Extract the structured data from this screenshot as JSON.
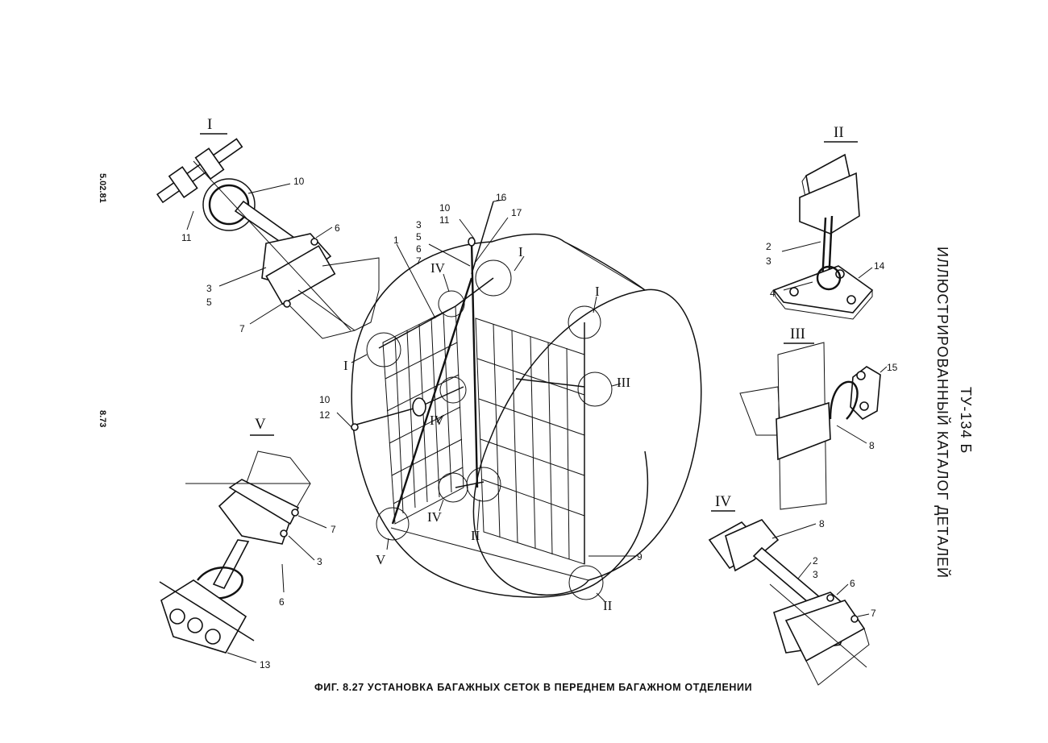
{
  "header": {
    "doc_date": "5.02.81",
    "page_number": "8.73",
    "title_line1": "ТУ-134 Б",
    "title_line2": "ИЛЛЮСТРИРОВАННЫЙ КАТАЛОГ ДЕТАЛЕЙ"
  },
  "caption": "ФИГ. 8.27  УСТАНОВКА БАГАЖНЫХ СЕТОК В ПЕРЕДНЕМ БАГАЖНОМ ОТДЕЛЕНИИ",
  "views": {
    "I": "I",
    "II": "II",
    "III": "III",
    "IV": "IV",
    "V": "V"
  },
  "main_labels": {
    "ref_10_11": [
      "10",
      "11"
    ],
    "ref_16": "16",
    "ref_17": "17",
    "ref_3_5_6_7": [
      "3",
      "5",
      "6",
      "7"
    ],
    "ref_1": "1",
    "ref_10_12": [
      "10",
      "12"
    ],
    "ref_9": "9",
    "callout_I_left": "I",
    "callout_I_top": "I",
    "callout_I_right": "I",
    "callout_IV_top": "IV",
    "callout_IV_mid": "IV",
    "callout_IV_bottom": "IV",
    "callout_III": "III",
    "callout_II_mid": "II",
    "callout_II_bottom": "II",
    "callout_V": "V"
  },
  "detail_I_labels": {
    "n10": "10",
    "n11": "11",
    "n6": "6",
    "n3": "3",
    "n5": "5",
    "n7": "7"
  },
  "detail_II_labels": {
    "n2": "2",
    "n3": "3",
    "n4": "4",
    "n14": "14"
  },
  "detail_III_labels": {
    "n15": "15",
    "n8": "8"
  },
  "detail_IV_labels": {
    "n8": "8",
    "n2": "2",
    "n3": "3",
    "n6": "6",
    "n7": "7"
  },
  "detail_V_labels": {
    "n7": "7",
    "n3": "3",
    "n6": "6",
    "n13": "13"
  }
}
